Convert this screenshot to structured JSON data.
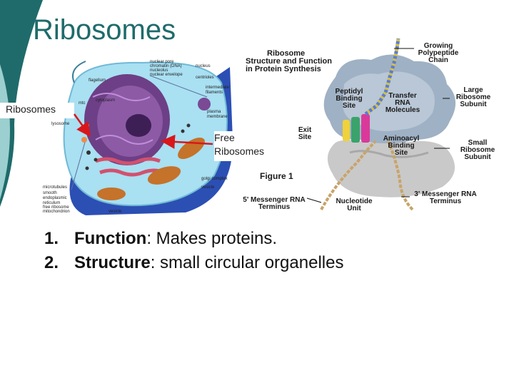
{
  "slide": {
    "title": "Ribosomes",
    "theme_colors": {
      "dark_teal": "#1f6b6b",
      "light_teal": "#9ccfcf",
      "arrow_red": "#d9171b"
    }
  },
  "cell_figure": {
    "labels": [
      "nuclear pore",
      "chromatin (DNA)",
      "nucleolus",
      "nuclear envelope",
      "nucleus",
      "centrioles",
      "flagellum",
      "intermediate filaments",
      "mtc",
      "cytoplasm",
      "plasma membrane",
      "lysosome",
      "microtubules",
      "smooth endoplasmic reticulum",
      "free ribosome",
      "mitochondrion",
      "vesicle",
      "golgi complex",
      "vesicle"
    ]
  },
  "ribosome_figure": {
    "heading_lines": [
      "Ribosome",
      "Structure and Function",
      "in Protein Synthesis"
    ],
    "caption": "Figure 1",
    "labels": [
      {
        "id": "growing-chain",
        "lines": [
          "Growing",
          "Polypeptide",
          "Chain"
        ]
      },
      {
        "id": "peptidyl-site",
        "lines": [
          "Peptidyl",
          "Binding",
          "Site"
        ]
      },
      {
        "id": "trna",
        "lines": [
          "Transfer",
          "RNA",
          "Molecules"
        ]
      },
      {
        "id": "large-subunit",
        "lines": [
          "Large",
          "Ribosome",
          "Subunit"
        ]
      },
      {
        "id": "exit-site",
        "lines": [
          "Exit",
          "Site"
        ]
      },
      {
        "id": "aminoacyl-site",
        "lines": [
          "Aminoacyl",
          "Binding",
          "Site"
        ]
      },
      {
        "id": "small-subunit",
        "lines": [
          "Small",
          "Ribosome",
          "Subunit"
        ]
      },
      {
        "id": "five-prime",
        "lines": [
          "5' Messenger RNA",
          "Terminus"
        ]
      },
      {
        "id": "nucleotide-unit",
        "lines": [
          "Nucleotide",
          "Unit"
        ]
      },
      {
        "id": "three-prime",
        "lines": [
          "3' Messenger RNA",
          "Terminus"
        ]
      }
    ]
  },
  "callouts": {
    "ribosomes": "Ribosomes",
    "free_ribosomes": [
      "Free",
      "Ribosomes"
    ]
  },
  "points": [
    {
      "number": "1.",
      "term": "Function",
      "text": ":  Makes proteins."
    },
    {
      "number": "2.",
      "term": "Structure",
      "text": ": small circular organelles"
    }
  ]
}
